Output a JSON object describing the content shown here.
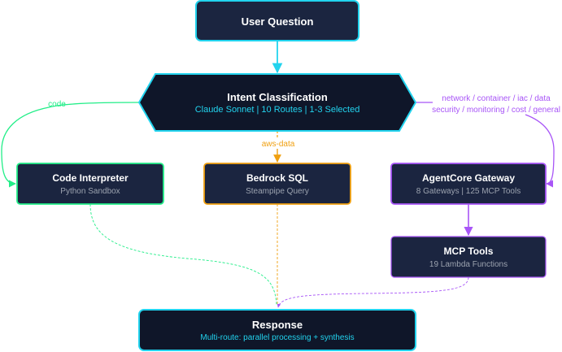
{
  "nodes": {
    "user_question": {
      "title": "User Question"
    },
    "intent": {
      "title": "Intent Classification",
      "subtitle": "Claude Sonnet | 10 Routes | 1-3 Selected"
    },
    "code_interpreter": {
      "title": "Code Interpreter",
      "subtitle": "Python Sandbox"
    },
    "bedrock_sql": {
      "title": "Bedrock SQL",
      "subtitle": "Steampipe Query"
    },
    "agentcore_gateway": {
      "title": "AgentCore Gateway",
      "subtitle": "8 Gateways | 125 MCP Tools"
    },
    "mcp_tools": {
      "title": "MCP Tools",
      "subtitle": "19 Lambda Functions"
    },
    "response": {
      "title": "Response",
      "subtitle": "Multi-route: parallel processing + synthesis"
    }
  },
  "edges": {
    "code": "code",
    "aws_data": "aws-data",
    "gateway_line1": "network / container / iac / data",
    "gateway_line2": "security / monitoring / cost / general"
  },
  "colors": {
    "node_fill": "#1b2540",
    "hex_fill": "#0f1629",
    "cyan": "#22d3ee",
    "green": "#22ee88",
    "orange": "#f0a010",
    "purple": "#a855f7",
    "sub_gray": "#9ca3af",
    "gray_line": "#d1d5db"
  }
}
